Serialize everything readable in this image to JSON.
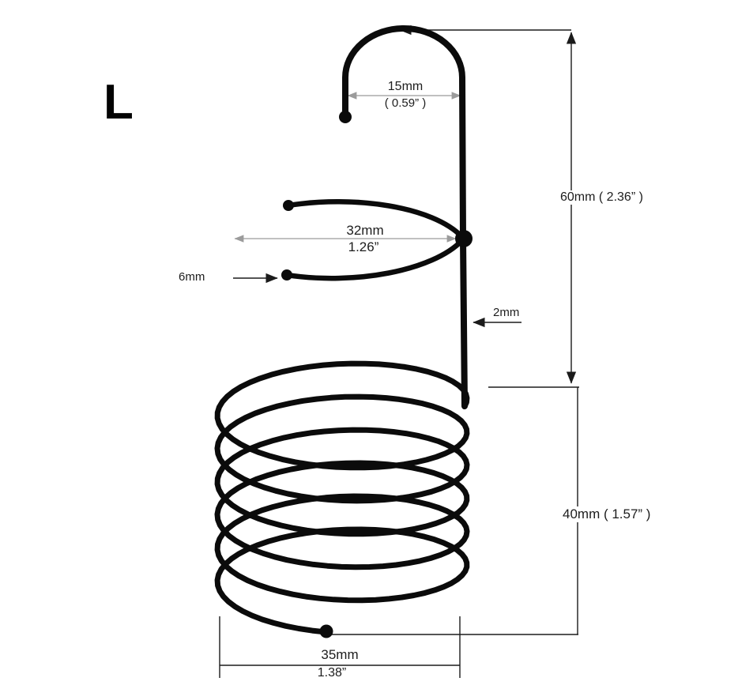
{
  "figure": {
    "type": "technical-dimension-diagram",
    "product_size_label": "L",
    "parts": [
      "top-hook",
      "open-loop",
      "helical-coil"
    ]
  },
  "dimensions": {
    "hook_width": {
      "mm": "15mm",
      "inch": "( 0.59”  )"
    },
    "upper_height": "60mm ( 2.36”  )",
    "loop_width": {
      "mm": "32mm",
      "inch": "1.26”"
    },
    "loop_wire_end": "6mm",
    "wire_thickness": "2mm",
    "coil_height": "40mm ( 1.57”  )",
    "coil_width": {
      "mm": "35mm",
      "inch": "1.38”"
    }
  },
  "colors": {
    "background": "#ffffff",
    "wire": "#0b0b0b",
    "dimension_line": "#1b1b1b",
    "dimension_arrow_gray": "#9b9b9b",
    "text": "#1d1d1d"
  }
}
